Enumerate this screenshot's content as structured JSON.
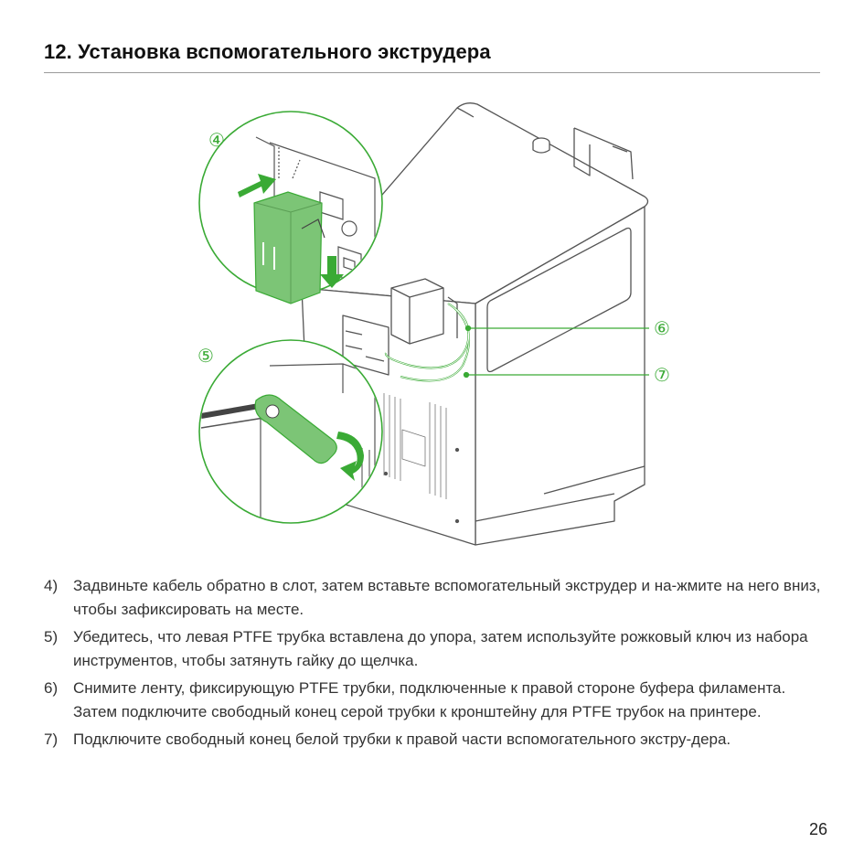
{
  "header": {
    "title": "12. Установка вспомогательного экструдера"
  },
  "figure": {
    "callouts": [
      "④",
      "⑤",
      "⑥",
      "⑦"
    ],
    "colors": {
      "accent": "#3aaa35",
      "accent_fill": "#7cc576",
      "line": "#555555"
    }
  },
  "steps": [
    {
      "num": "4)",
      "text": "Задвиньте кабель обратно в слот, затем вставьте вспомогательный экструдер и на-жмите на него вниз, чтобы зафиксировать на месте."
    },
    {
      "num": "5)",
      "text": "Убедитесь, что левая PTFE трубка вставлена до упора, затем используйте рожковый ключ из набора инструментов, чтобы затянуть гайку до щелчка."
    },
    {
      "num": "6)",
      "text": "Снимите ленту, фиксирующую PTFE трубки, подключенные к правой стороне буфера филамента. Затем подключите свободный конец серой трубки к кронштейну для PTFE трубок на принтере."
    },
    {
      "num": "7)",
      "text": "Подключите свободный конец белой трубки к правой части вспомогательного экстру-дера."
    }
  ],
  "footer": {
    "page_number": "26"
  }
}
